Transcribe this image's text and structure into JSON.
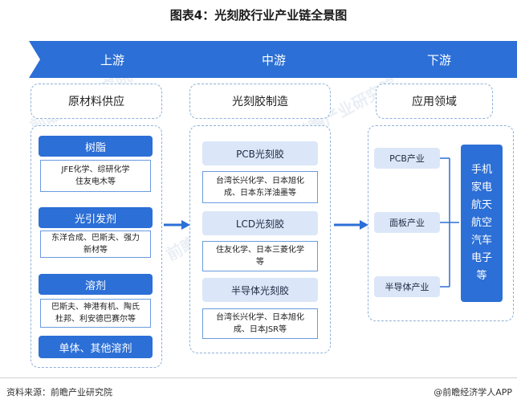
{
  "title": "图表4：光刻胶行业产业链全景图",
  "stages": {
    "upstream": "上游",
    "midstream": "中游",
    "downstream": "下游"
  },
  "headers": {
    "upstream": "原材料供应",
    "midstream": "光刻胶制造",
    "downstream": "应用领域"
  },
  "upstream": {
    "groups": [
      {
        "label": "树脂",
        "note_line1": "JFE化学、综研化学",
        "note_line2": "住友电木等"
      },
      {
        "label": "光引发剂",
        "note_line1": "东洋合成、巴斯夫、强力",
        "note_line2": "新材等"
      },
      {
        "label": "溶剂",
        "note_line1": "巴斯夫、神港有机、陶氏",
        "note_line2": "杜邦、利安德巴赛尔等"
      }
    ],
    "last": "单体、其他溶剂"
  },
  "midstream": {
    "groups": [
      {
        "label": "PCB光刻胶",
        "note_line1": "台湾长兴化学、日本旭化",
        "note_line2": "成、日本东洋油墨等"
      },
      {
        "label": "LCD光刻胶",
        "note_line1": "住友化学、日本三菱化学",
        "note_line2": "等"
      },
      {
        "label": "半导体光刻胶",
        "note_line1": "台湾长兴化学、日本旭化",
        "note_line2": "成、日本JSR等"
      }
    ]
  },
  "downstream": {
    "items": [
      "PCB产业",
      "面板产业",
      "半导体产业"
    ],
    "uses": [
      "手机",
      "家电",
      "航天",
      "航空",
      "汽车",
      "电子",
      "等"
    ]
  },
  "footer": {
    "source": "资料来源：前瞻产业研究院",
    "brand": "@前瞻经济学人APP"
  },
  "watermarks": [
    "前瞻产业研究院"
  ],
  "colors": {
    "chevron": "#2c6fd6",
    "pill": "#2c6fd6",
    "light": "#dbe7f8",
    "arrow": "#2c6fd6"
  }
}
